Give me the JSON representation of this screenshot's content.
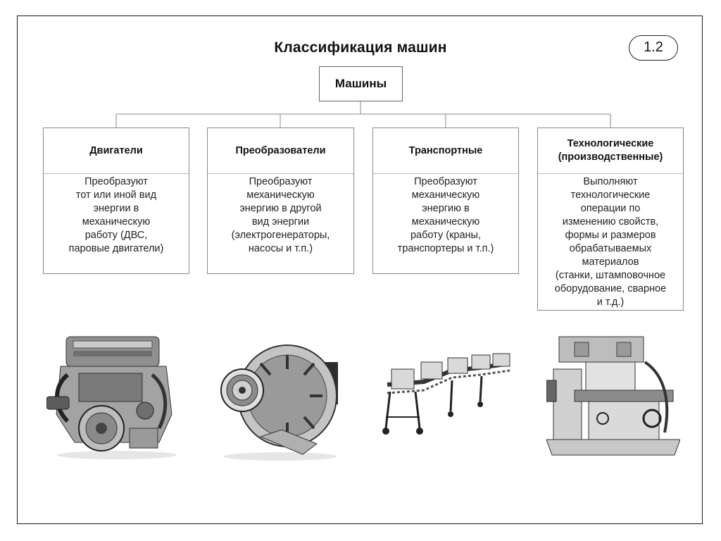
{
  "title": "Классификация машин",
  "badge": "1.2",
  "root": "Машины",
  "categories": [
    {
      "title": "Двигатели",
      "lines": [
        "Преобразуют",
        "тот или иной вид",
        "энергии в",
        "механическую",
        "работу (ДВС,",
        "паровые двигатели)"
      ]
    },
    {
      "title": "Преобразователи",
      "lines": [
        "Преобразуют",
        "механическую",
        "энергию в другой",
        "вид энергии",
        "(электрогенераторы,",
        "насосы и т.п.)"
      ]
    },
    {
      "title": "Транспортные",
      "lines": [
        "Преобразуют",
        "механическую",
        "энергию в",
        "механическую",
        "работу (краны,",
        "транспортеры и т.п.)"
      ]
    },
    {
      "title": "Технологические (производственные)",
      "lines": [
        "Выполняют",
        "технологические",
        "операции по",
        "изменению свойств,",
        "формы и размеров",
        "обрабатываемых",
        "материалов",
        "(станки, штамповочное",
        "оборудование, сварное",
        "и т.д.)"
      ]
    }
  ],
  "icons": [
    "engine-illustration",
    "alternator-illustration",
    "conveyor-illustration",
    "milling-machine-illustration"
  ]
}
